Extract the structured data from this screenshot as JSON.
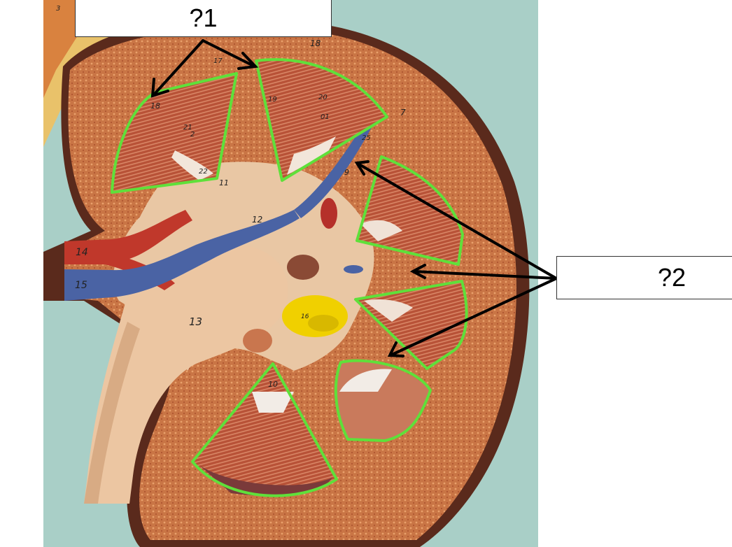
{
  "labels": {
    "label_1": "?1",
    "label_2": "?2"
  },
  "model_numbers": {
    "n3": "3",
    "n8a": "18",
    "n17": "17",
    "n18": "18",
    "n19": "19",
    "n20": "20",
    "n21": "21",
    "n22": "22",
    "n2": "2",
    "n11": "11",
    "n12": "12",
    "n14": "14",
    "n15": "15",
    "n13": "13",
    "n10": "10",
    "n9": "9",
    "n7": "7",
    "n16": "16",
    "n25": "25",
    "n01": "01"
  },
  "colors": {
    "highlight_outline": "#5fe03a",
    "arrow": "#000000",
    "background_table": "#a9cfc7",
    "cortex": "#c9703f",
    "pyramid": "#b24f35",
    "renal_pelvis": "#e9c7a4",
    "artery": "#c0382b",
    "vein": "#4a63a4",
    "fat": "#f0d000"
  }
}
